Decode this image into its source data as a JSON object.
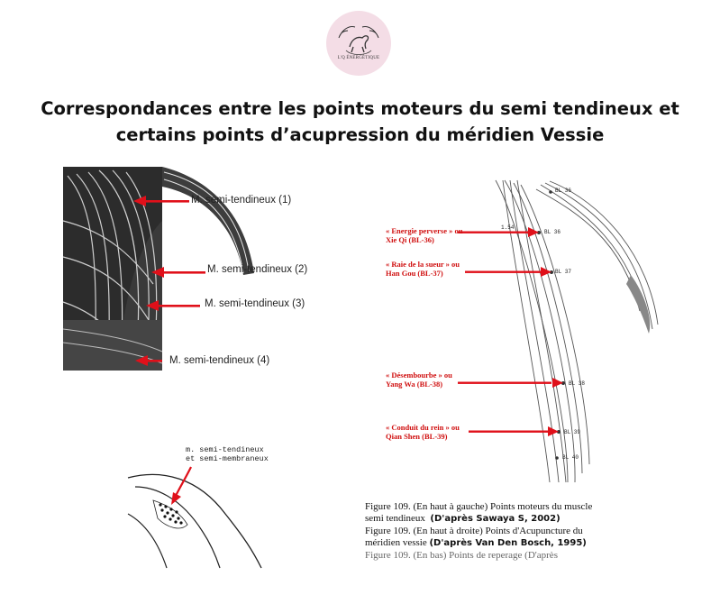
{
  "logo": {
    "text": "L'Q ÉNERGÉTIQUE",
    "bg": "#f4dde6"
  },
  "title": {
    "line1": "Correspondances entre les points moteurs du semi tendineux et",
    "line2": "certains points d’acupression du méridien Vessie"
  },
  "left_figure": {
    "arrow_color": "#e0101a",
    "labels": [
      "M. semi-tendineux (1)",
      "M. semi-tendineux (2)",
      "M. semi-tendineux (3)",
      "M. semi-tendineux (4)"
    ]
  },
  "right_figure": {
    "arrow_color": "#e0101a",
    "labels": [
      {
        "line1": "« Energie perverse » ou",
        "line2": "Xie Qi (BL-36)"
      },
      {
        "line1": "« Raie de la sueur » ou",
        "line2": "Han Gou (BL-37)"
      },
      {
        "line1": "« Désembourbe » ou",
        "line2": "Yang Wa (BL-38)"
      },
      {
        "line1": "« Conduit du rein » ou",
        "line2": "Qian Shen (BL-39)"
      }
    ],
    "point_labels": [
      "BL 36",
      "1.54",
      "BL 36",
      "BL 37",
      "BL 38",
      "BL 39",
      "BL 40"
    ]
  },
  "bottom_figure": {
    "label_line1": "m. semi-tendineux",
    "label_line2": "et semi-membraneux"
  },
  "caption": {
    "line1": "Figure 109. (En haut à gauche) Points moteurs du muscle",
    "line2_prefix": "semi tendineux",
    "line2_source": "(D'après Sawaya S, 2002)",
    "line3": "Figure 109. (En haut à droite) Points d'Acupuncture du",
    "line4_prefix": "méridien vessie",
    "line4_source": "(D'après Van Den Bosch, 1995)",
    "line5": "Figure 109. (En bas) Points de reperage (D'après"
  }
}
